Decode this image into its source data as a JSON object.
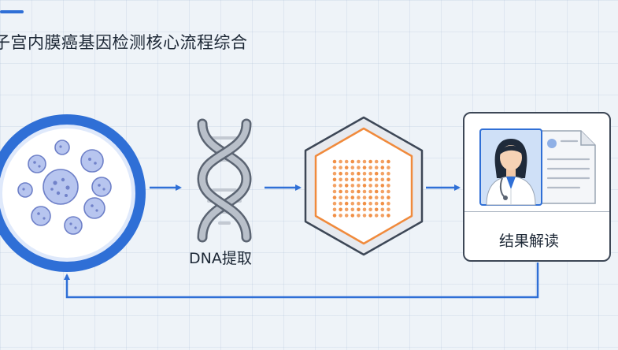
{
  "title": "子宫内膜癌基因检测核心流程综合",
  "steps": [
    {
      "label": ""
    },
    {
      "label": "DNA提取"
    },
    {
      "label": ""
    },
    {
      "label": "结果解读"
    }
  ],
  "colors": {
    "accent": "#2f6fd6",
    "sample_ring": "#2f6fd6",
    "chip_orange": "#f08a3c",
    "card_border": "#3d4756"
  },
  "icons": {
    "sample": "tissue-sample-icon",
    "dna": "dna-helix-icon",
    "chip": "sequencing-chip-icon",
    "report": "doctor-report-icon"
  }
}
